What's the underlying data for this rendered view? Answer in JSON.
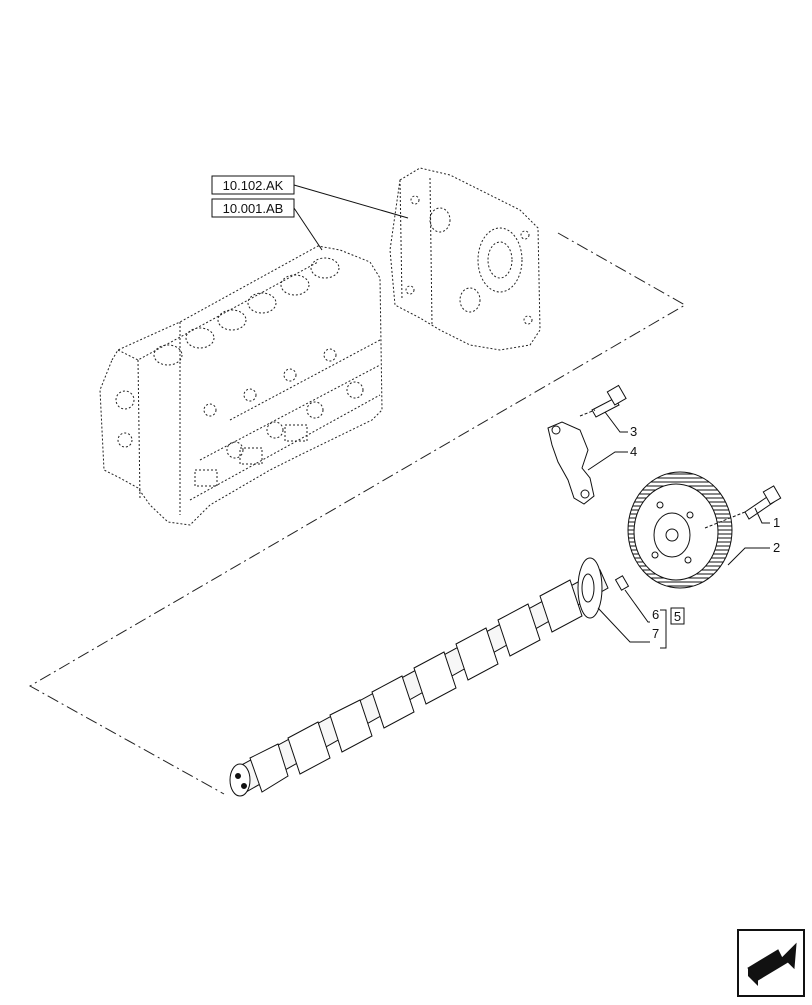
{
  "references": [
    {
      "id": "ref-top",
      "label": "10.102.AK"
    },
    {
      "id": "ref-bottom",
      "label": "10.001.AB"
    }
  ],
  "callouts": [
    {
      "id": "c1",
      "label": "1"
    },
    {
      "id": "c2",
      "label": "2"
    },
    {
      "id": "c3",
      "label": "3"
    },
    {
      "id": "c4",
      "label": "4"
    },
    {
      "id": "c6",
      "label": "6"
    },
    {
      "id": "c7",
      "label": "7"
    },
    {
      "id": "c5",
      "label": "5"
    }
  ],
  "icons": {
    "nav": "next-page-arrow-icon"
  }
}
